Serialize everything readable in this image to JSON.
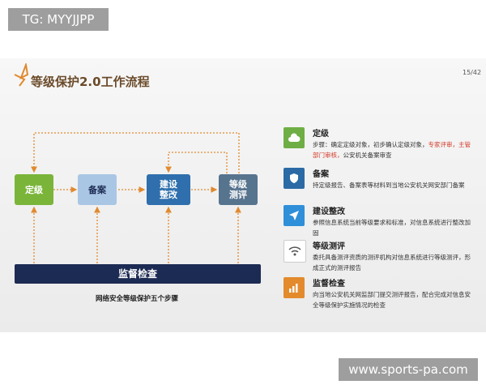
{
  "overlay_tag": "TG: MYYJJPP",
  "slide": {
    "title": "等级保护2.0工作流程",
    "page_number": "15/42",
    "steps": [
      {
        "label": "定级",
        "color": "#7ab53a"
      },
      {
        "label": "备案",
        "color": "#a9c6e4"
      },
      {
        "label": "建设整改",
        "color": "#2f6fad"
      },
      {
        "label": "等级测评",
        "color": "#57748f"
      }
    ],
    "supervision_bar": "监督检查",
    "caption": "网络安全等级保护五个步骤",
    "details": [
      {
        "icon": "cloud-icon",
        "color": "#6fae44",
        "title": "定级",
        "desc_part1": "步骤：确定定级对象，初步确认定级对象，",
        "desc_red": "专家评审，主管部门审核，",
        "desc_part2": "公安机关备案审查"
      },
      {
        "icon": "shield-icon",
        "color": "#2b6aa5",
        "title": "备案",
        "desc": "持定级报告、备案表等材料到当地公安机关网安部门备案"
      },
      {
        "icon": "arrow-icon",
        "color": "#2f8fd8",
        "title": "建设整改",
        "desc": "参照信息系统当前等级要求和标准，对信息系统进行整改加固"
      },
      {
        "icon": "wifi-icon",
        "color": "#ffffff",
        "title": "等级测评",
        "desc": "委托具备测评资质的测评机构对信息系统进行等级测评，形成正式的测评报告"
      },
      {
        "icon": "chart-icon",
        "color": "#e38a2c",
        "title": "监督检查",
        "desc": "向当地公安机关网监部门提交测评报告，配合完成对信息安全等级保护实施情况的检查"
      }
    ]
  },
  "watermark": "www.sports-pa.com"
}
